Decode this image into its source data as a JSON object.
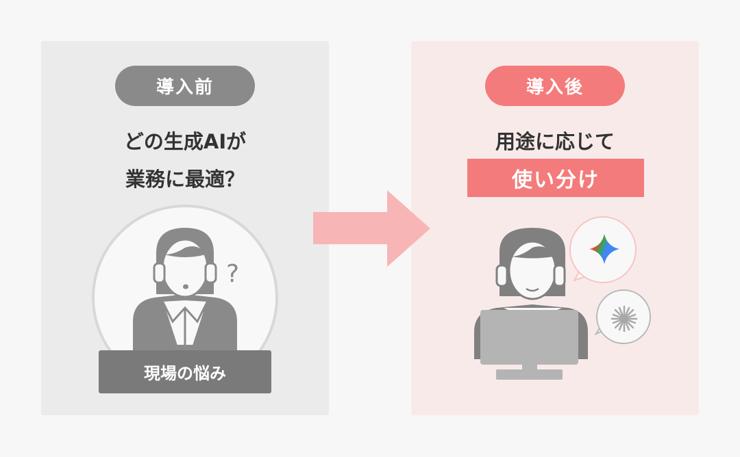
{
  "before": {
    "badge": "導入前",
    "title_line1": "どの生成AIが",
    "title_line2": "業務に最適？",
    "question_mark": "?",
    "label": "現場の悩み"
  },
  "after": {
    "badge": "導入後",
    "title_line1": "用途に応じて",
    "highlight": "使い分け",
    "bubbles": [
      {
        "icon": "gemini-sparkle-icon"
      },
      {
        "icon": "claude-starburst-icon"
      }
    ]
  },
  "colors": {
    "before_accent": "#8a8a8a",
    "after_accent": "#f47b7b",
    "arrow": "#f8b5b5"
  }
}
